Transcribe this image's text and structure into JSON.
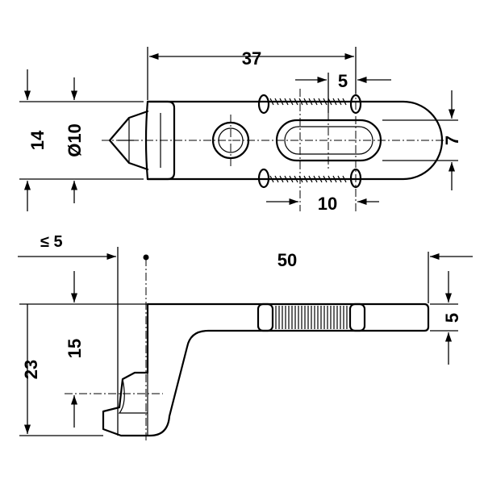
{
  "dimensions": {
    "top_length": "37",
    "slot_offset": "5",
    "height_14": "14",
    "diameter": "Ø10",
    "slot_width": "7",
    "slot_length": "10",
    "max_5": "≤ 5",
    "length_50": "50",
    "thickness_5": "5",
    "height_15": "15",
    "height_23": "23"
  },
  "colors": {
    "line": "#000000",
    "background": "#ffffff"
  }
}
